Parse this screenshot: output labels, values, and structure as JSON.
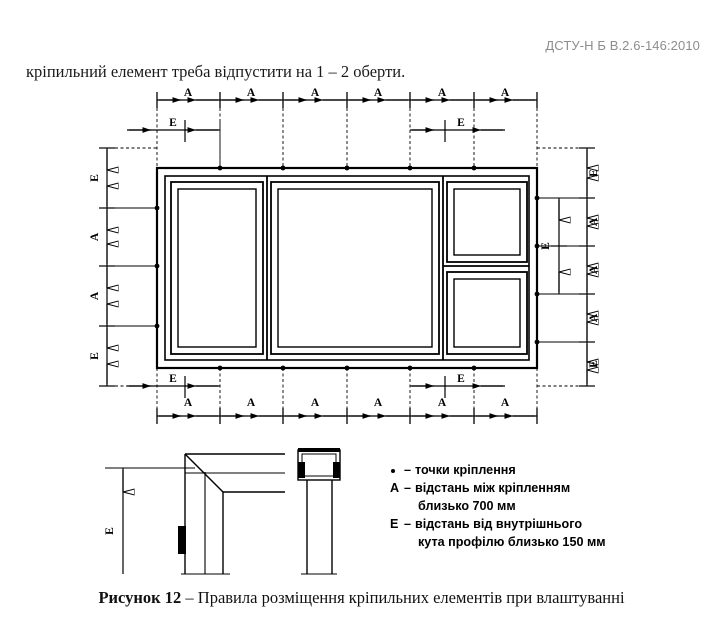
{
  "document": {
    "standard_code": "ДСТУ-Н Б В.2.6-146:2010",
    "body_text": "кріпильний елемент треба відпустити на 1 – 2 оберти.",
    "figure_caption_number": "Рисунок 12",
    "figure_caption_text": " – Правила розміщення кріпильних елементів при влаштуванні"
  },
  "figure": {
    "dimension_labels": {
      "a": "A",
      "e": "E"
    },
    "top_chain": [
      "A",
      "A",
      "A",
      "A",
      "A",
      "A"
    ],
    "bottom_chain": [
      "A",
      "A",
      "A",
      "A",
      "A",
      "A"
    ],
    "left_chain": [
      "E",
      "A",
      "A",
      "E"
    ],
    "right_chain": [
      "E",
      "A",
      "A",
      "A",
      "E"
    ],
    "top_e_markers": [
      "E",
      "E"
    ],
    "bottom_e_markers": [
      "E",
      "E"
    ],
    "right_inner_e": "E",
    "detail_e_label": "E"
  },
  "legend": {
    "items": [
      {
        "key": "•",
        "key_type": "dot",
        "dash": "–",
        "line1": "точки кріплення",
        "line2": ""
      },
      {
        "key": "A",
        "key_type": "letter",
        "dash": "–",
        "line1": "відстань між кріпленням",
        "line2": "близько 700 мм"
      },
      {
        "key": "Е",
        "key_type": "letter",
        "dash": "–",
        "line1": "відстань від внутрішнього",
        "line2": "кута профілю близько 150 мм"
      }
    ]
  },
  "colors": {
    "ink": "#000000",
    "header_gray": "#8d8d8d",
    "paper": "#ffffff"
  }
}
